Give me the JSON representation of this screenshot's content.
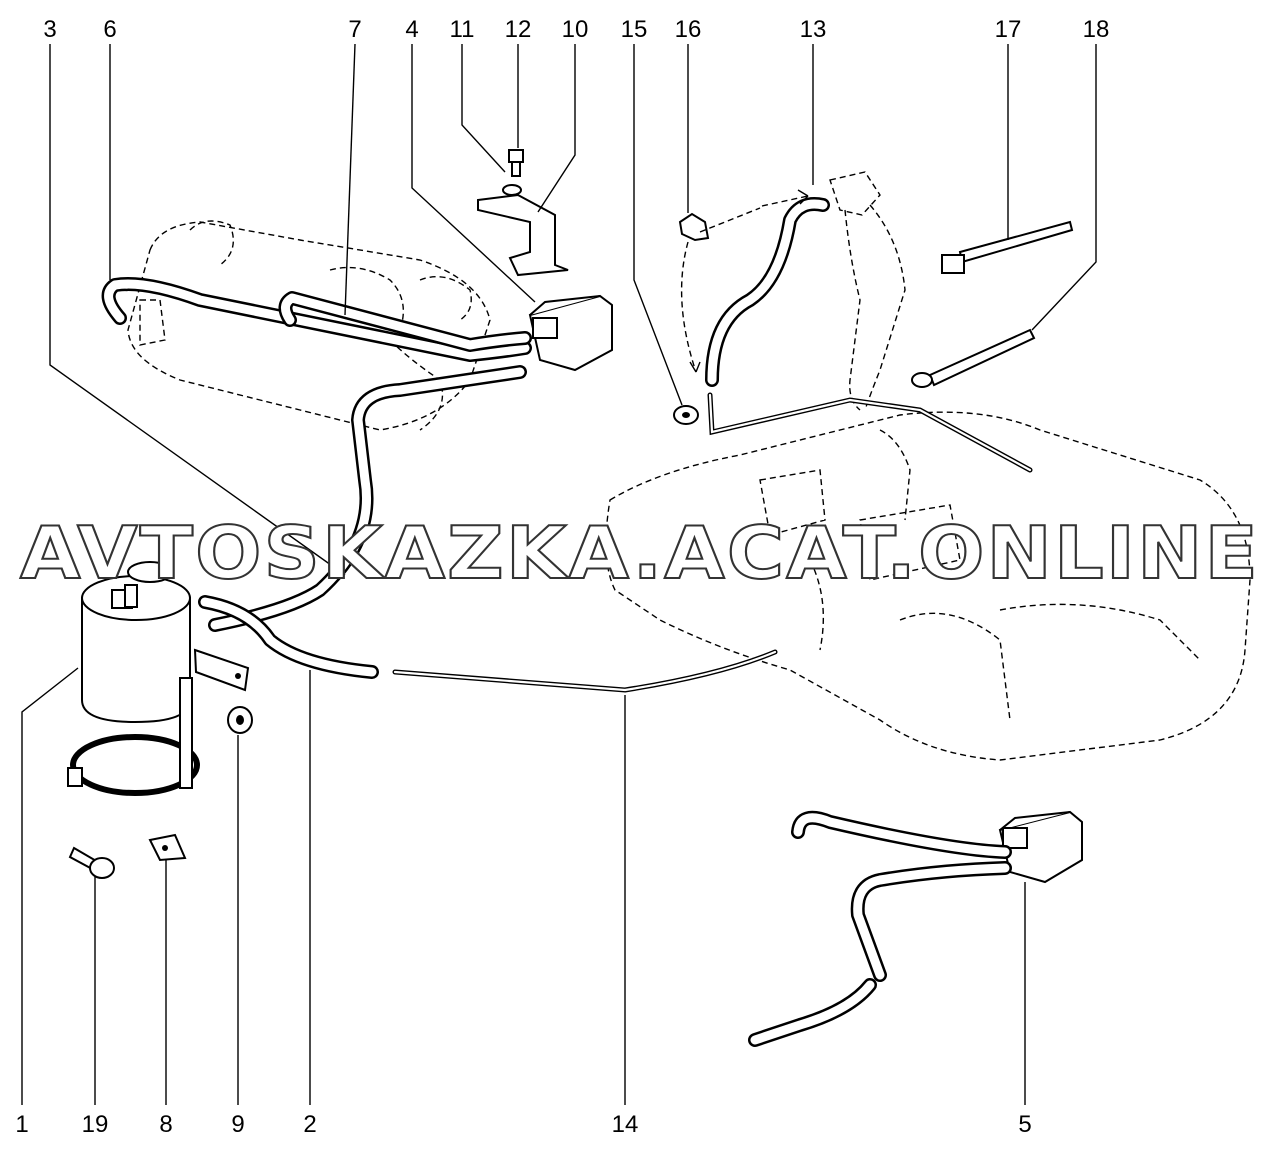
{
  "callouts": {
    "c1": "1",
    "c2": "2",
    "c3": "3",
    "c4": "4",
    "c5": "5",
    "c6": "6",
    "c7": "7",
    "c8": "8",
    "c9": "9",
    "c10": "10",
    "c11": "11",
    "c12": "12",
    "c13": "13",
    "c14": "14",
    "c15": "15",
    "c16": "16",
    "c17": "17",
    "c18": "18",
    "c19": "19"
  },
  "watermark": "AVTOSKAZKA.ACAT.ONLINE"
}
